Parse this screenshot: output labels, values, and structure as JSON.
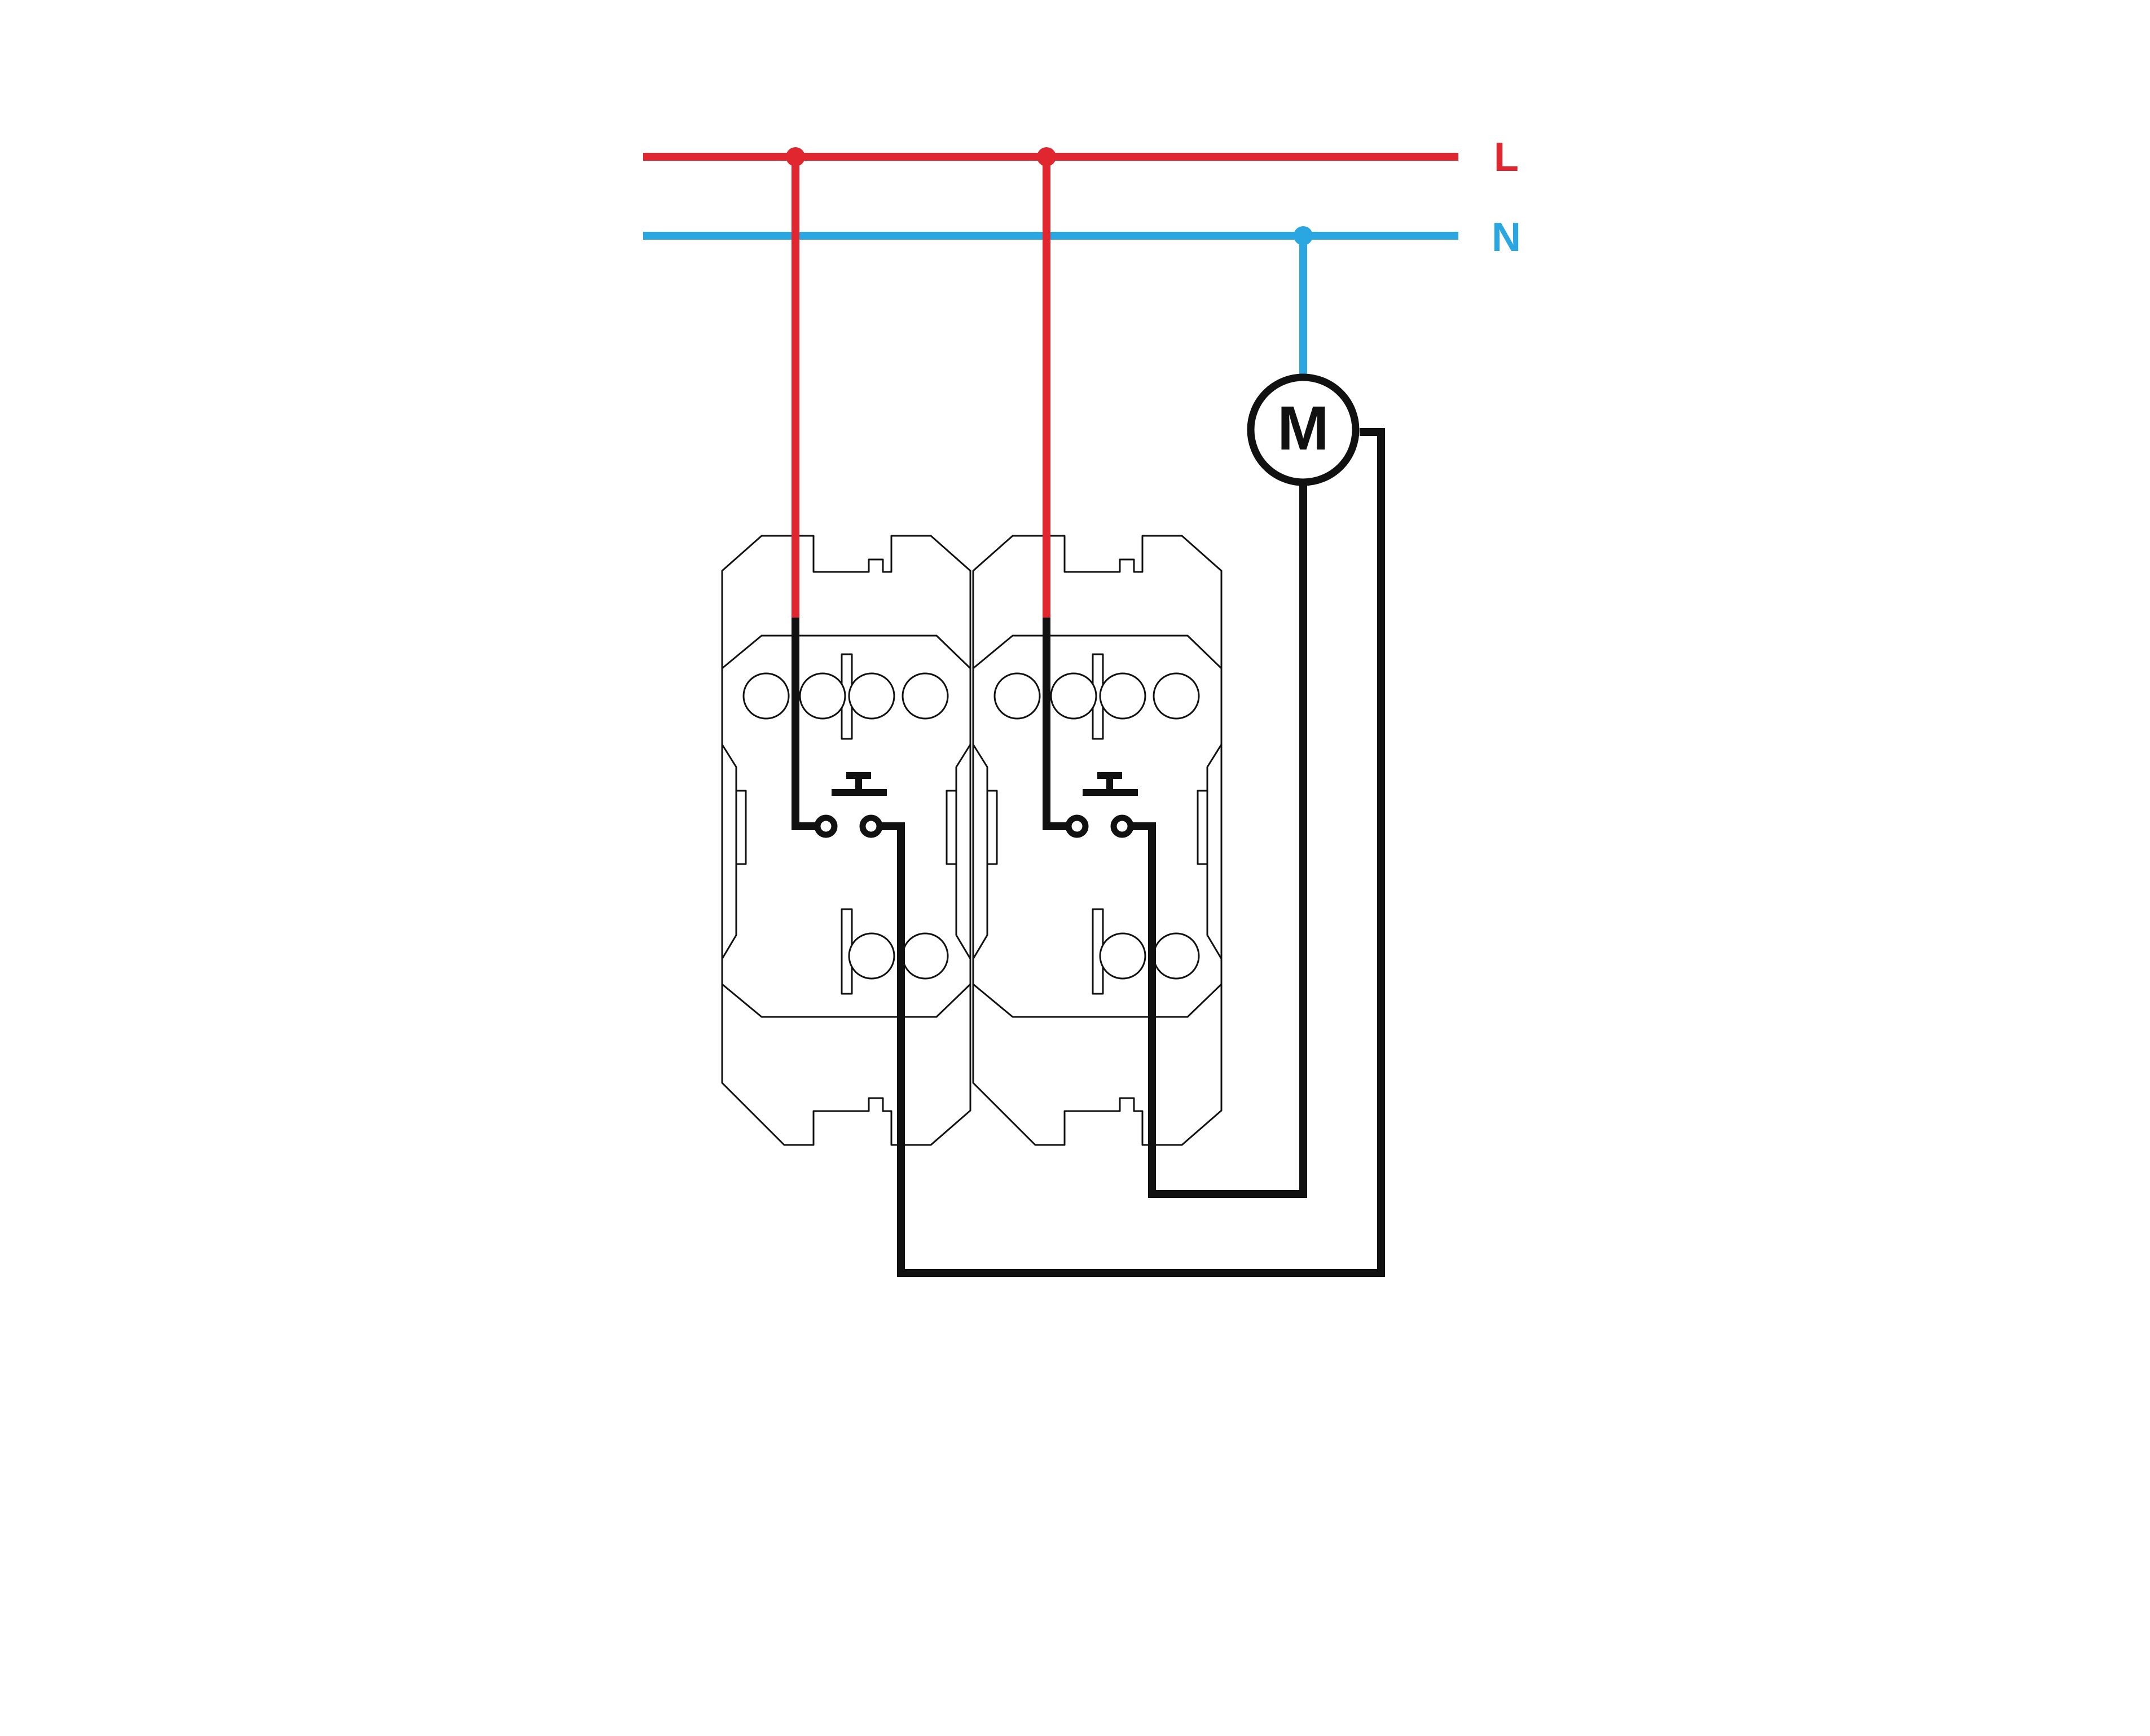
{
  "colors": {
    "live": "#e0262e",
    "neutral": "#2aa7e0",
    "wire": "#111111",
    "outline": "#111111",
    "background": "#ffffff"
  },
  "labels": {
    "live": "L",
    "neutral": "N",
    "motor": "M"
  },
  "components": {
    "pushbuttons": [
      {
        "name": "pushbutton-left"
      },
      {
        "name": "pushbutton-right"
      }
    ],
    "motor": {
      "name": "motor"
    }
  }
}
